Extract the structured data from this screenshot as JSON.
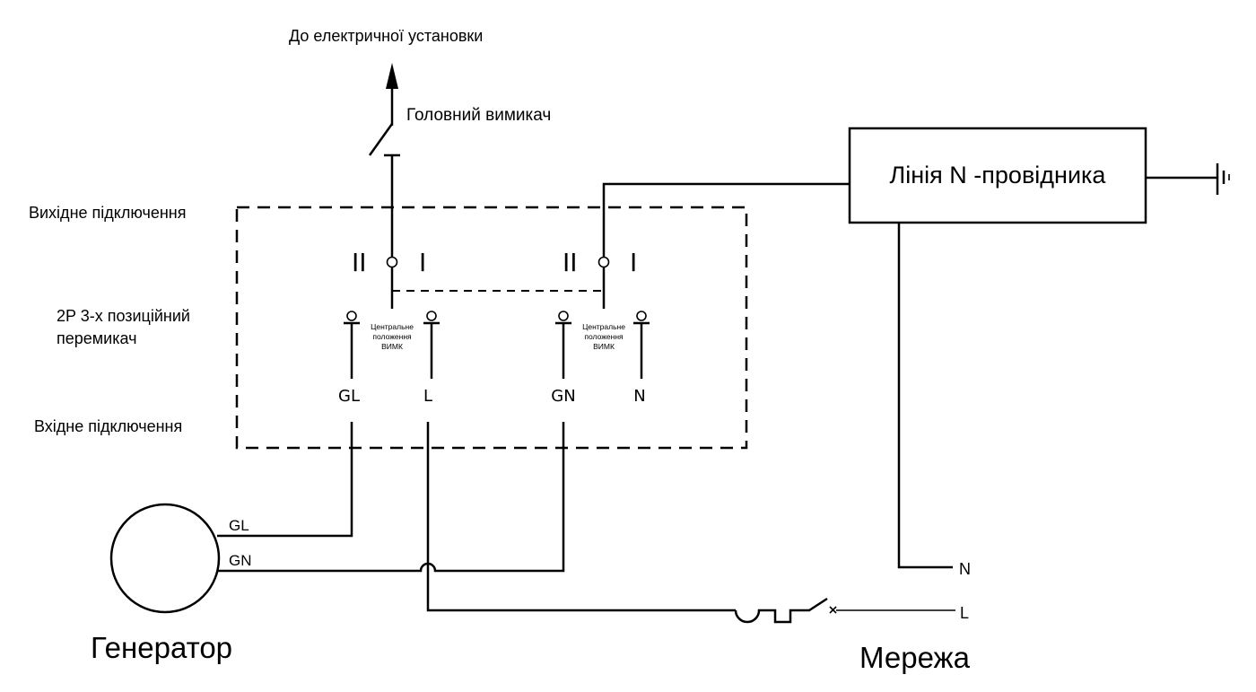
{
  "diagram": {
    "title_to_installation": "До електричної установки",
    "main_switch_label": "Головний вимикач",
    "switch_box": {
      "output_label": "Вихідне підключення",
      "switch_type_line1": "2P 3-х позиційний",
      "switch_type_line2": "перемикач",
      "input_label": "Вхідне підключення",
      "pole_left": {
        "pos_ii": "II",
        "pos_i": "I",
        "center_line1": "Центральне",
        "center_line2": "положення",
        "center_line3": "ВИМК",
        "terminal_left": "GL",
        "terminal_right": "L"
      },
      "pole_right": {
        "pos_ii": "II",
        "pos_i": "I",
        "center_line1": "Центральне",
        "center_line2": "положення",
        "center_line3": "ВИМК",
        "terminal_left": "GN",
        "terminal_right": "N"
      }
    },
    "neutral_box_label": "Лінія N -провідника",
    "generator": {
      "label": "Генератор",
      "wire_gl": "GL",
      "wire_gn": "GN"
    },
    "grid": {
      "label": "Мережа",
      "wire_n": "N",
      "wire_l": "L"
    }
  }
}
